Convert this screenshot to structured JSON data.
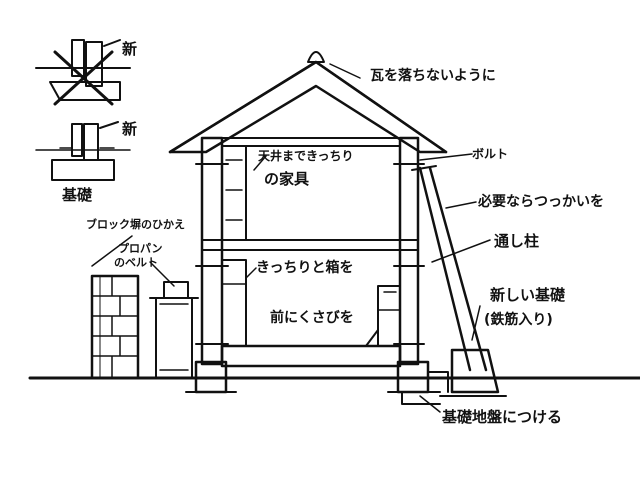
{
  "labels": {
    "new_top": "新",
    "new_mid": "新",
    "foundation": "基礎",
    "block_wall": "ブロック塀のひかえ",
    "propane": "プロパン\nのベルト",
    "roof_tiles": "瓦を落ちないように",
    "ceiling_furniture": "天井まできっちり\nの家具",
    "bolt": "ボルト",
    "brace": "必要ならつっかいを",
    "boxes": "きっちりと箱を",
    "through_column": "通し柱",
    "wedge": "前にくさびを",
    "new_foundation": "新しい基礎\n(鉄筋入り)",
    "ground_attach": "基礎地盤につける"
  },
  "colors": {
    "ink": "#111111",
    "paper": "#ffffff"
  }
}
